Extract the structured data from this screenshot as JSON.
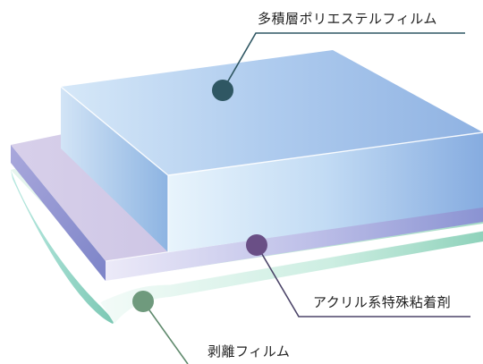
{
  "labels": {
    "top": "多積層ポリエステルフィルム",
    "middle": "アクリル系特殊粘着剤",
    "bottom": "剥離フィルム"
  },
  "colors": {
    "top_marker": "#2f5763",
    "middle_marker": "#6a4f86",
    "bottom_marker": "#6f9a7d",
    "top_leader": "#2f5763",
    "middle_leader": "#4b4468",
    "bottom_leader": "#5f8a6d"
  }
}
